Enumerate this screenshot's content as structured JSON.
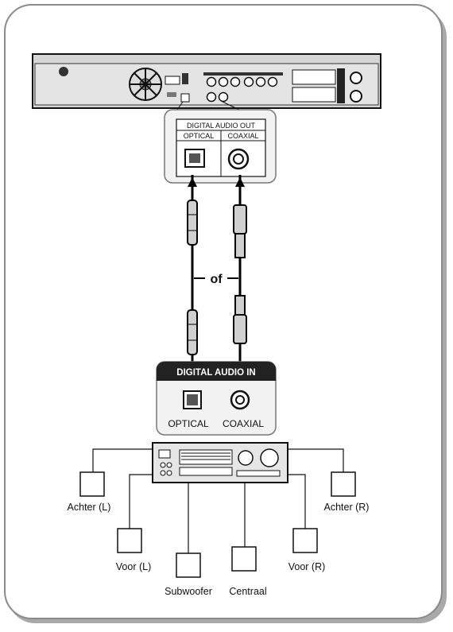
{
  "player_panel": {
    "title": "DIGITAL AUDIO OUT",
    "optical_label": "OPTICAL",
    "coaxial_label": "COAXIAL"
  },
  "separator": "of",
  "receiver_panel": {
    "title": "DIGITAL AUDIO IN",
    "optical_label": "OPTICAL",
    "coaxial_label": "COAXIAL"
  },
  "speakers": {
    "rear_left": "Achter (L)",
    "front_left": "Voor (L)",
    "subwoofer": "Subwoofer",
    "center": "Centraal",
    "front_right": "Voor (R)",
    "rear_right": "Achter (R)"
  },
  "colors": {
    "frame_border": "#8a8a8a",
    "shadow": "#a9a9a9",
    "device_fill": "#d9d9d9",
    "panel_dark": "#222222",
    "cable": "#000000"
  }
}
